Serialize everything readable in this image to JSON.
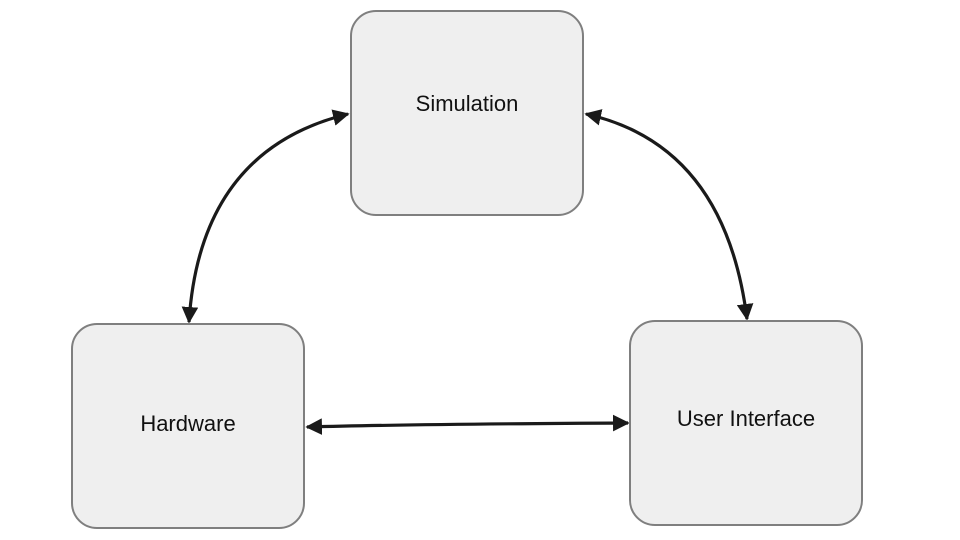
{
  "diagram": {
    "nodes": {
      "simulation": {
        "label": "Simulation"
      },
      "hardware": {
        "label": "Hardware"
      },
      "user_interface": {
        "label": "User Interface"
      }
    },
    "edges": [
      {
        "from": "Simulation",
        "to": "Hardware",
        "direction": "bidirectional"
      },
      {
        "from": "Simulation",
        "to": "User Interface",
        "direction": "bidirectional"
      },
      {
        "from": "Hardware",
        "to": "User Interface",
        "direction": "bidirectional"
      }
    ],
    "colors": {
      "node_fill": "#efefef",
      "node_border": "#7f7f7f",
      "arrow": "#1a1a1a",
      "text": "#111111"
    }
  }
}
